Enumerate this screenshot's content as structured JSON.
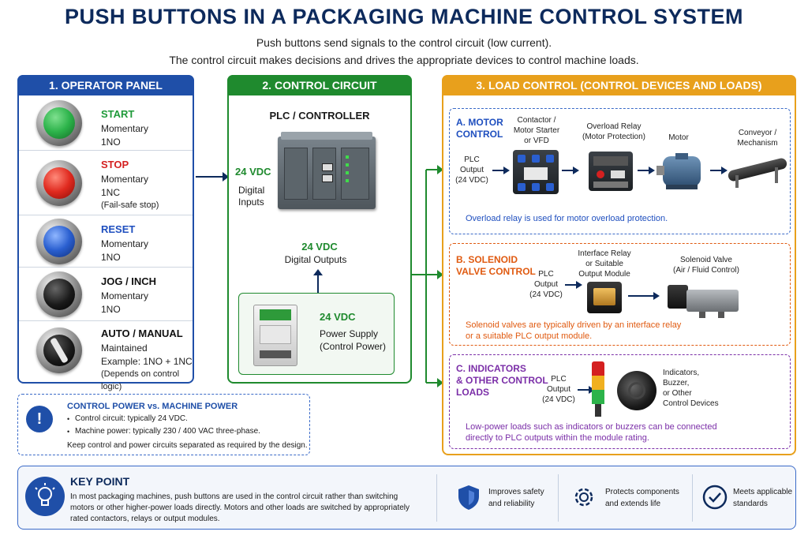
{
  "title": "PUSH BUTTONS IN A PACKAGING MACHINE CONTROL SYSTEM",
  "subtitle_line1": "Push buttons send signals to the control circuit (low current).",
  "subtitle_line2": "The control circuit makes decisions and drives the appropriate devices to control machine loads.",
  "operator_panel": {
    "header": "1. OPERATOR PANEL",
    "buttons": [
      {
        "name": "START",
        "line1": "Momentary",
        "line2": "1NO",
        "line3": "",
        "color": "#1f9a3a",
        "cap": "#2cb34a"
      },
      {
        "name": "STOP",
        "line1": "Momentary",
        "line2": "1NC",
        "line3": "(Fail-safe stop)",
        "color": "#d42020",
        "cap": "#e02a1f"
      },
      {
        "name": "RESET",
        "line1": "Momentary",
        "line2": "1NO",
        "line3": "",
        "color": "#1f4fbf",
        "cap": "#2a5fd0"
      },
      {
        "name": "JOG / INCH",
        "line1": "Momentary",
        "line2": "1NO",
        "line3": "",
        "color": "#111111",
        "cap": "#1a1a1a"
      },
      {
        "name": "AUTO / MANUAL",
        "line1": "Maintained",
        "line2": "Example: 1NO + 1NC",
        "line3": "(Depends on control logic)",
        "color": "#111111",
        "cap": "#1a1a1a"
      }
    ]
  },
  "control_circuit": {
    "header": "2. CONTROL CIRCUIT",
    "plc_title": "PLC / CONTROLLER",
    "inputs_voltage": "24 VDC",
    "inputs_label1": "Digital",
    "inputs_label2": "Inputs",
    "outputs_voltage": "24 VDC",
    "outputs_label": "Digital Outputs",
    "psu_voltage": "24 VDC",
    "psu_label1": "Power Supply",
    "psu_label2": "(Control Power)"
  },
  "load_control": {
    "header": "3. LOAD CONTROL (CONTROL DEVICES AND LOADS)",
    "motor": {
      "title1": "A. MOTOR",
      "title2": "CONTROL",
      "plc_out1": "PLC",
      "plc_out2": "Output",
      "plc_out3": "(24 VDC)",
      "contactor1": "Contactor /",
      "contactor2": "Motor Starter",
      "contactor3": "or VFD",
      "overload1": "Overload Relay",
      "overload2": "(Motor Protection)",
      "motor": "Motor",
      "conveyor1": "Conveyor /",
      "conveyor2": "Mechanism",
      "note": "Overload relay is used for motor overload protection."
    },
    "solenoid": {
      "title1": "B. SOLENOID",
      "title2": "VALVE CONTROL",
      "plc_out1": "PLC",
      "plc_out2": "Output",
      "plc_out3": "(24 VDC)",
      "relay1": "Interface Relay",
      "relay2": "or Suitable",
      "relay3": "Output Module",
      "valve1": "Solenoid Valve",
      "valve2": "(Air / Fluid Control)",
      "note1": "Solenoid valves are typically driven by an interface relay",
      "note2": "or a suitable PLC output module."
    },
    "indicators": {
      "title1": "C. INDICATORS",
      "title2": "& OTHER CONTROL",
      "title3": "LOADS",
      "plc_out1": "PLC",
      "plc_out2": "Output",
      "plc_out3": "(24 VDC)",
      "devices1": "Indicators,",
      "devices2": "Buzzer,",
      "devices3": "or Other",
      "devices4": "Control Devices",
      "note1": "Low-power loads such as indicators or buzzers can be connected",
      "note2": "directly to PLC outputs within the module rating."
    }
  },
  "power_note": {
    "title": "CONTROL POWER vs. MACHINE POWER",
    "bullet1": "Control circuit: typically 24 VDC.",
    "bullet2": "Machine power: typically 230 / 400 VAC three-phase.",
    "footer": "Keep control and power circuits separated as required by the design."
  },
  "key_point": {
    "title": "KEY POINT",
    "line1": "In most packaging machines, push buttons are used in the control circuit rather than switching",
    "line2": "motors or other higher-power loads directly. Motors and other loads are switched by appropriately",
    "line3": "rated contactors, relays or output modules.",
    "benefit1a": "Improves safety",
    "benefit1b": "and reliability",
    "benefit2a": "Protects components",
    "benefit2b": "and extends life",
    "benefit3a": "Meets applicable",
    "benefit3b": "standards"
  },
  "colors": {
    "blue": "#1f4fa8",
    "green": "#1f8a2e",
    "orange": "#e8a01c",
    "navy": "#0d2a5c",
    "solenoid_orange": "#e05a10",
    "purple": "#7b2fa8"
  }
}
